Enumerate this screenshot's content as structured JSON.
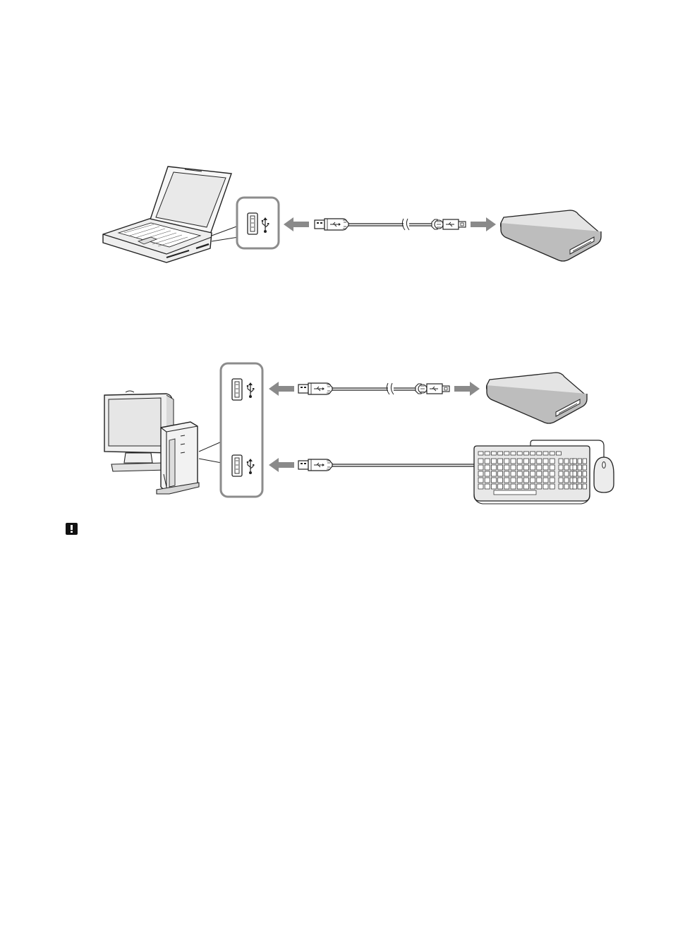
{
  "page": {
    "background": "#ffffff",
    "ink": "#222222",
    "arrow_color": "#8a8a8a",
    "panel_border": "#8c8c8c"
  },
  "diagram_1": {
    "description_name": "laptop-to-card-reader-usb-connection",
    "components": [
      "laptop-computer-icon",
      "usb-port-callout",
      "usb-cable",
      "card-reader-device"
    ]
  },
  "diagram_2": {
    "description_name": "desktop-to-card-reader-and-keyboard-usb-connection",
    "components": [
      "desktop-computer-icon",
      "usb-port-callout",
      "usb-cable",
      "card-reader-device",
      "keyboard-icon",
      "mouse-icon"
    ]
  },
  "note": {
    "icon": "caution-icon"
  }
}
